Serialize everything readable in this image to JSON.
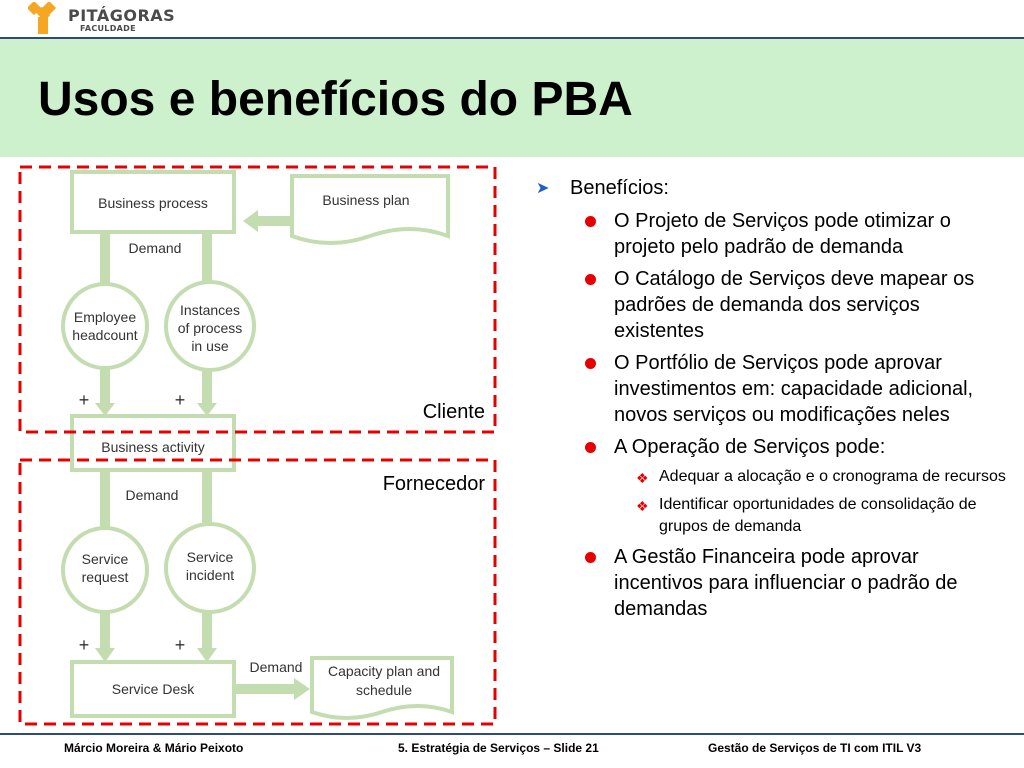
{
  "header": {
    "logo_name": "PITÁGORAS",
    "logo_sub": "FACULDADE"
  },
  "title": "Usos e benefícios do PBA",
  "diagram": {
    "business_process": "Business process",
    "business_plan": "Business plan",
    "demand_top": "Demand",
    "employee_headcount": [
      "Employee",
      "headcount"
    ],
    "instances": [
      "Instances",
      "of process",
      "in use"
    ],
    "plus": "+",
    "business_activity": "Business activity",
    "demand_mid": "Demand",
    "service_request": [
      "Service",
      "request"
    ],
    "service_incident": [
      "Service",
      "incident"
    ],
    "service_desk": "Service Desk",
    "demand_bottom": "Demand",
    "capacity_plan": [
      "Capacity plan and",
      "schedule"
    ],
    "label_cliente": "Cliente",
    "label_fornecedor": "Fornecedor"
  },
  "content": {
    "heading": "Benefícios:",
    "items": [
      "O Projeto de Serviços pode otimizar o projeto pelo padrão de demanda",
      "O Catálogo de Serviços deve mapear os padrões de demanda dos serviços existentes",
      "O Portfólio de Serviços pode aprovar investimentos em: capacidade adicional, novos serviços ou modificações neles",
      "A Operação de Serviços pode:"
    ],
    "subitems": [
      "Adequar a alocação e o cronograma de recursos",
      "Identificar oportunidades de consolidação de grupos de demanda"
    ],
    "last_item": "A Gestão Financeira pode aprovar incentivos para influenciar o padrão de demandas"
  },
  "footer": {
    "authors": "Márcio Moreira & Mário Peixoto",
    "slide": "5. Estratégia de Serviços – Slide 21",
    "course": "Gestão de Serviços de TI com ITIL V3"
  },
  "colors": {
    "title_band": "#cdf0cd",
    "rule": "#2c4b7b",
    "dashed_border": "#e60000",
    "bullet": "#e60000",
    "arrow_bullet": "#1e60c8",
    "diagram_green": "#c3dcb0"
  }
}
